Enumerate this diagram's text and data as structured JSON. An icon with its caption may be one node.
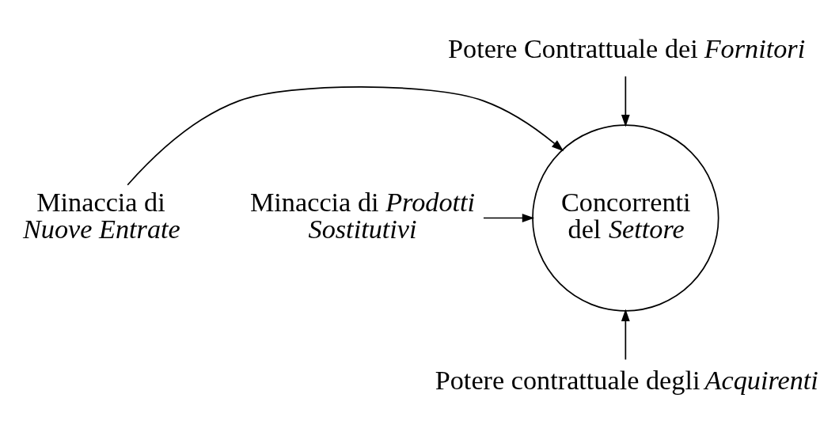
{
  "diagram": {
    "nodes": [
      {
        "text": [
          "Potere Contrattuale dei *Fornitori*"
        ]
      },
      {
        "text": [
          "Minaccia di *Nuove Entrate*"
        ]
      },
      {
        "text": [
          "Concorrenti del *Settore*"
        ]
      },
      {
        "text": [
          "Minaccia di *Prodotti Sostitutivi*"
        ]
      },
      {
        "text": [
          "Potere contrattuale degli *Acquirenti*"
        ]
      }
    ],
    "edges": [
      {
        "from": 0,
        "to": 2,
        "arrow": "to"
      },
      {
        "from": 1,
        "to": 2,
        "arrow": "to"
      },
      {
        "from": 3,
        "to": 2,
        "arrow": "to"
      },
      {
        "from": 4,
        "to": 2,
        "arrow": "to"
      }
    ]
  }
}
